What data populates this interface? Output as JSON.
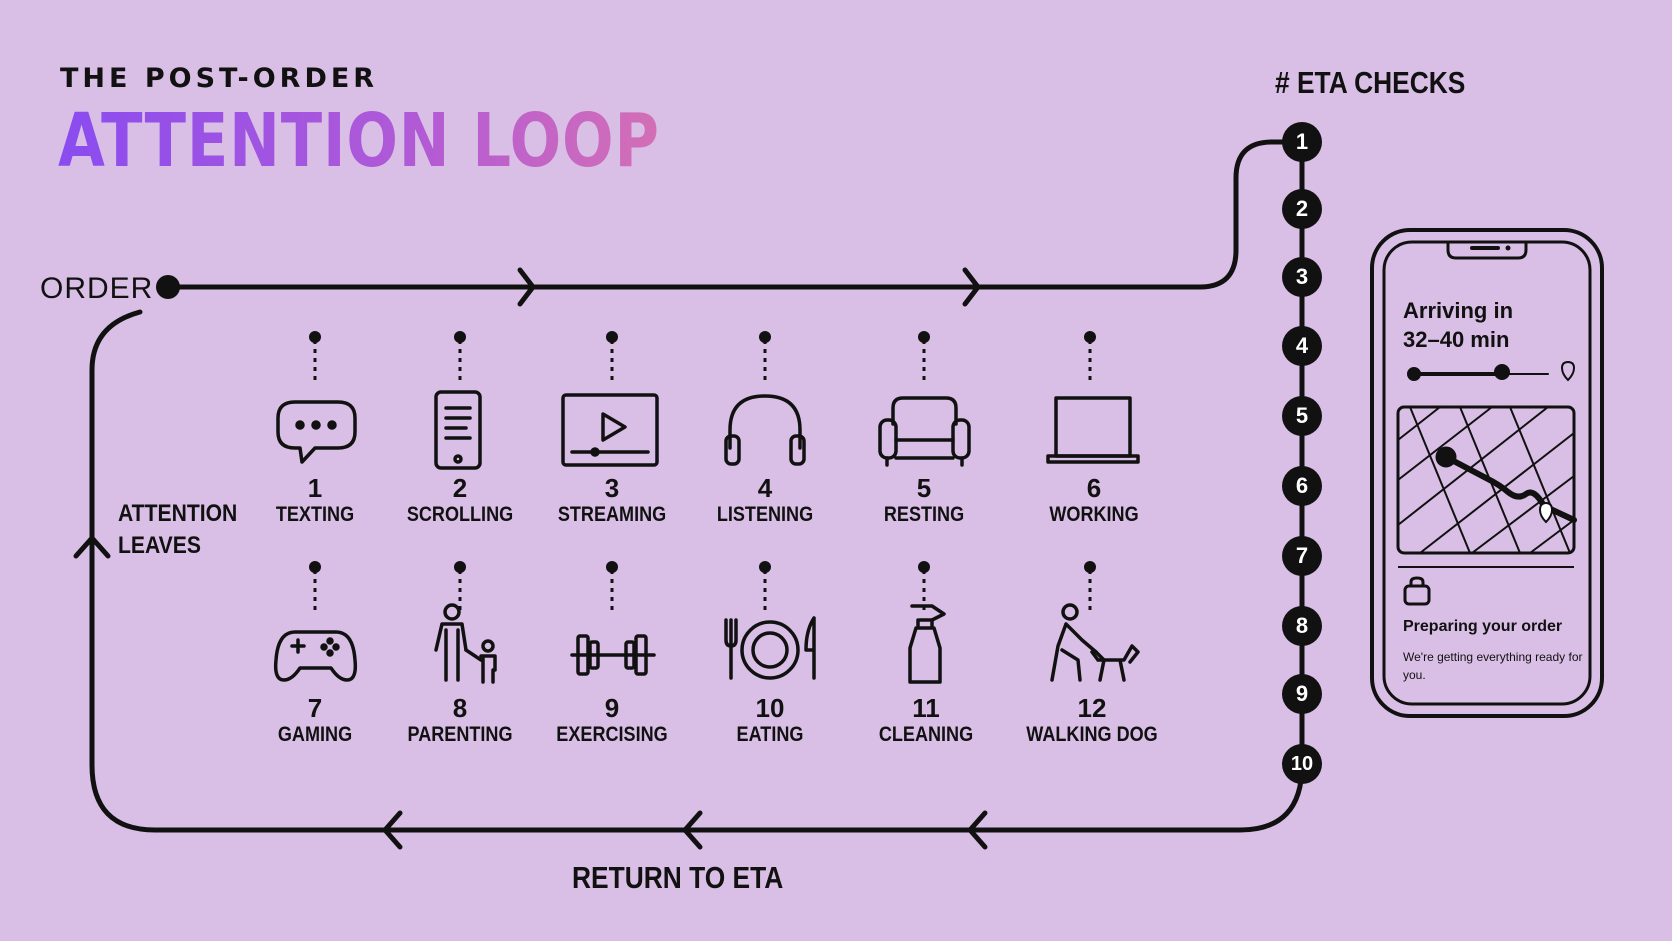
{
  "header": {
    "kicker": "THE POST-ORDER",
    "title": "ATTENTION LOOP"
  },
  "loop": {
    "start_label": "ORDER",
    "left_label_line1": "ATTENTION",
    "left_label_line2": "LEAVES",
    "bottom_label": "RETURN TO ETA"
  },
  "eta": {
    "label": "# ETA CHECKS",
    "checks": [
      "1",
      "2",
      "3",
      "4",
      "5",
      "6",
      "7",
      "8",
      "9",
      "10"
    ]
  },
  "activities": [
    {
      "num": "1",
      "label": "TEXTING",
      "icon": "chat-bubble-icon"
    },
    {
      "num": "2",
      "label": "SCROLLING",
      "icon": "smartphone-icon"
    },
    {
      "num": "3",
      "label": "STREAMING",
      "icon": "video-player-icon"
    },
    {
      "num": "4",
      "label": "LISTENING",
      "icon": "headphones-icon"
    },
    {
      "num": "5",
      "label": "RESTING",
      "icon": "armchair-icon"
    },
    {
      "num": "6",
      "label": "WORKING",
      "icon": "laptop-icon"
    },
    {
      "num": "7",
      "label": "GAMING",
      "icon": "gamepad-icon"
    },
    {
      "num": "8",
      "label": "PARENTING",
      "icon": "parent-child-icon"
    },
    {
      "num": "9",
      "label": "EXERCISING",
      "icon": "dumbbell-icon"
    },
    {
      "num": "10",
      "label": "EATING",
      "icon": "plate-cutlery-icon"
    },
    {
      "num": "11",
      "label": "CLEANING",
      "icon": "spray-bottle-icon"
    },
    {
      "num": "12",
      "label": "WALKING DOG",
      "icon": "dog-walker-icon"
    }
  ],
  "phone": {
    "arriving_line1": "Arriving in",
    "arriving_line2": "32–40 min",
    "status_title": "Preparing your order",
    "status_sub": "We're getting everything ready for you.",
    "icons": [
      "route-progress-icon",
      "map-icon",
      "bag-icon"
    ]
  },
  "colors": {
    "background": "#d9bfe5",
    "ink": "#111111",
    "title_gradient_start": "#8a4cf0",
    "title_gradient_end": "#d46fb5"
  }
}
